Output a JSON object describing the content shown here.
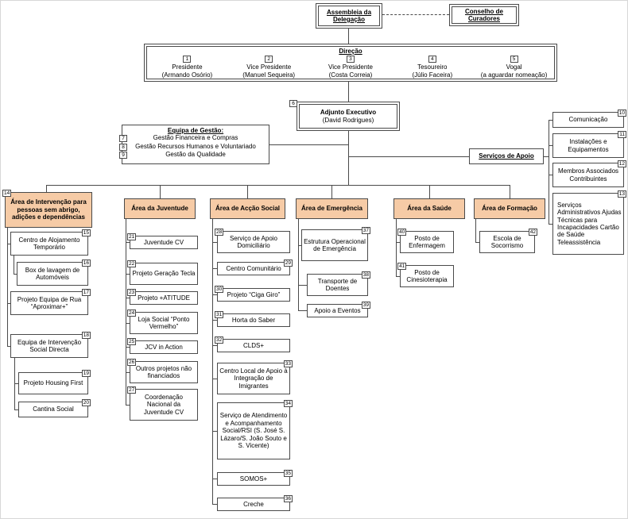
{
  "palette": {
    "area_fill": "#f6cba6",
    "line_color": "#4a4a4a",
    "box_background": "#ffffff"
  },
  "top": {
    "assembleia": "Assembleia da Delegação",
    "conselho": "Conselho de Curadores"
  },
  "direcao": {
    "title": "Direção",
    "members": [
      {
        "num": "1",
        "role": "Presidente",
        "name": "(Armando Osório)"
      },
      {
        "num": "2",
        "role": "Vice Presidente",
        "name": "(Manuel Sequeira)"
      },
      {
        "num": "3",
        "role": "Vice Presidente",
        "name": "(Costa Correia)"
      },
      {
        "num": "4",
        "role": "Tesoureiro",
        "name": "(Júlio Faceira)"
      },
      {
        "num": "5",
        "role": "Vogal",
        "name": "(a aguardar nomeação)"
      }
    ]
  },
  "adjunto": {
    "num": "6",
    "title": "Adjunto Executivo",
    "name": "(David Rodrigues)"
  },
  "equipa_gestao": {
    "title": "Equipa de Gestão:",
    "items": [
      {
        "num": "7",
        "label": "Gestão Financeira e Compras"
      },
      {
        "num": "8",
        "label": "Gestão Recursos Humanos e Voluntariado"
      },
      {
        "num": "9",
        "label": "Gestão da Qualidade"
      }
    ]
  },
  "servicos_apoio": {
    "title": "Serviços de Apoio",
    "boxes": [
      {
        "num": "10",
        "label": "Comunicação"
      },
      {
        "num": "11",
        "label": "Instalações e Equipamentos"
      },
      {
        "num": "12",
        "label": "Membros Associados Contribuintes"
      },
      {
        "num": "13",
        "label": "Serviços Administrativos Ajudas Técnicas para Incapacidades Cartão de Saúde Teleassistência"
      }
    ]
  },
  "areas": [
    {
      "num": "14",
      "label": "Área de Intervenção para pessoas sem abrigo, adições e dependências",
      "children": [
        {
          "num": "15",
          "label": "Centro de Alojamento Temporário"
        },
        {
          "num": "16",
          "label": "Box de lavagem de Automóveis"
        },
        {
          "num": "17",
          "label": "Projeto Equipa de Rua “Aproximar+”"
        },
        {
          "num": "18",
          "label": "Equipa de Intervenção Social Directa"
        },
        {
          "num": "19",
          "label": "Projeto Housing First"
        },
        {
          "num": "20",
          "label": "Cantina Social"
        }
      ]
    },
    {
      "label": "Área da Juventude",
      "children": [
        {
          "num": "21",
          "label": "Juventude CV"
        },
        {
          "num": "22",
          "label": "Projeto Geração Tecla"
        },
        {
          "num": "23",
          "label": "Projeto +ATITUDE"
        },
        {
          "num": "24",
          "label": "Loja Social “Ponto Vermelho”"
        },
        {
          "num": "25",
          "label": "JCV in Action"
        },
        {
          "num": "26",
          "label": "Outros projetos não financiados"
        },
        {
          "num": "27",
          "label": "Coordenação Nacional da Juventude CV"
        }
      ]
    },
    {
      "label": "Área de Acção Social",
      "children": [
        {
          "num": "28",
          "label": "Serviço de Apoio Domiciliário"
        },
        {
          "num": "29",
          "label": "Centro Comunitário"
        },
        {
          "num": "30",
          "label": "Projeto “Ciga Giro”"
        },
        {
          "num": "31",
          "label": "Horta do Saber"
        },
        {
          "num": "32",
          "label": "CLDS+"
        },
        {
          "num": "33",
          "label": "Centro Local de Apoio à Integração de Imigrantes"
        },
        {
          "num": "34",
          "label": "Serviço de Atendimento e Acompanhamento Social/RSI (S. José S. Lázaro/S. João Souto e S. Vicente)"
        },
        {
          "num": "35",
          "label": "SOMOS+"
        },
        {
          "num": "36",
          "label": "Creche"
        }
      ]
    },
    {
      "label": "Área de Emergência",
      "children": [
        {
          "num": "37",
          "label": "Estrutura Operacional de Emergência"
        },
        {
          "num": "38",
          "label": "Transporte de Doentes"
        },
        {
          "num": "39",
          "label": "Apoio a Eventos"
        }
      ]
    },
    {
      "label": "Área da Saúde",
      "children": [
        {
          "num": "40",
          "label": "Posto de Enfermagem"
        },
        {
          "num": "41",
          "label": "Posto de Cinesioterapia"
        }
      ]
    },
    {
      "label": "Área de Formação",
      "children": [
        {
          "num": "42",
          "label": "Escola de Socorrismo"
        }
      ]
    }
  ]
}
